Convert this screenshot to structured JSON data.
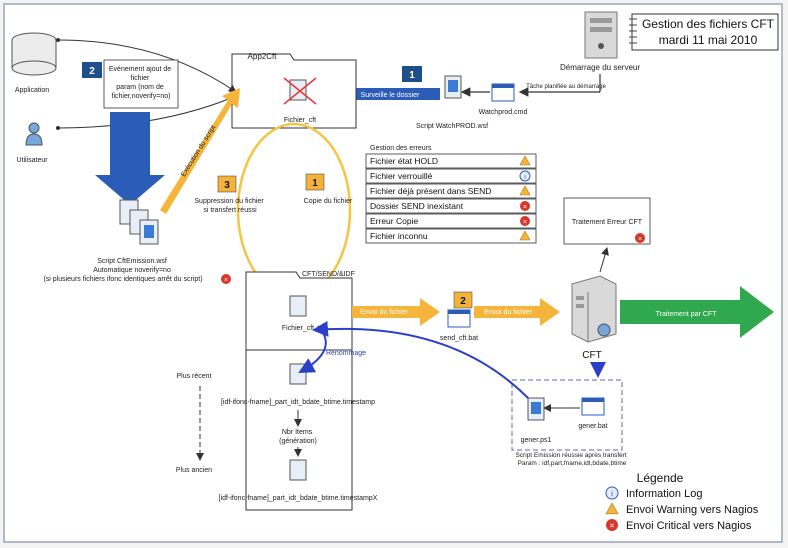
{
  "header": {
    "title": "Gestion des fichiers CFT",
    "date": "mardi 11 mai 2010"
  },
  "server_start": {
    "label": "Démarrage du serveur",
    "task": "Tâche planifiée au démarrage"
  },
  "actors": {
    "application": "Application",
    "user": "Utilisateur"
  },
  "app2cft": {
    "title": "App2Cft",
    "file": "Fichier_cft"
  },
  "step1_top": {
    "number": "1",
    "label": "Surveille le dossier"
  },
  "watchprod": {
    "cmd": "Watchprod.cmd",
    "script": "Script WatchPROD.wsf"
  },
  "step2_event": {
    "number": "2",
    "lines": [
      "Evénement ajout de",
      "fichier",
      "param (nom de",
      "fichier,noverify=no)"
    ]
  },
  "exec_script": "Exécution du script",
  "cftemission": {
    "lines": [
      "Script CftEmission.wsf",
      "Automatique noverify=no",
      "(si plusieurs fichiers ifonc identiques arrêt du script)"
    ]
  },
  "step3": {
    "number": "3",
    "lines": [
      "Suppression du fichier",
      "si transfert réussi"
    ]
  },
  "step1_mid": {
    "number": "1",
    "label": "Copie du fichier"
  },
  "errors": {
    "title": "Gestion des erreurs",
    "items": [
      {
        "label": "Fichier état HOLD",
        "level": "warning"
      },
      {
        "label": "Fichier verrouillé",
        "level": "info"
      },
      {
        "label": "Fichier déjà présent dans SEND",
        "level": "warning"
      },
      {
        "label": "Dossier SEND inexistant",
        "level": "critical"
      },
      {
        "label": "Erreur Copie",
        "level": "critical"
      },
      {
        "label": "Fichier inconnu",
        "level": "warning"
      }
    ]
  },
  "cft_error": "Traitement Erreur CFT",
  "send_folder": {
    "title": "CFT/SEND/&IDF",
    "file": "Fichier_cft",
    "rename": "Renommage",
    "file2": "[idf-ifonc-fname]_part_idt_bdate_btime.timestamp",
    "count": [
      "Nbr Items",
      "(génération)"
    ],
    "file3": "[idf-ifonc-fname]_part_idt_bdate_btime.timestampX"
  },
  "recency": {
    "recent": "Plus récent",
    "old": "Plus ancien"
  },
  "step2_send": {
    "number": "2",
    "bat": "send_cft.bat"
  },
  "envoi1": "Envoi du fichier",
  "envoi2": "Envoi du fichier",
  "cft": {
    "label": "CFT",
    "treatment": "Traitement par CFT"
  },
  "gener": {
    "ps1": "gener.ps1",
    "bat": "gener.bat",
    "lines": [
      "Script Emission réussie après transfert",
      "Param : idf,part,fname,idt,bdate,btime"
    ]
  },
  "legend": {
    "title": "Légende",
    "items": [
      {
        "label": "Information Log",
        "level": "info"
      },
      {
        "label": "Envoi Warning vers Nagios",
        "level": "warning"
      },
      {
        "label": "Envoi Critical vers Nagios",
        "level": "critical"
      }
    ]
  },
  "colors": {
    "blue_arrow": "#2b5cb8",
    "yellow_arrow": "#f5b43a",
    "green_arrow": "#2fa84f",
    "step_box": "#1f4e8c",
    "step_box_orange": "#f3b33a"
  }
}
